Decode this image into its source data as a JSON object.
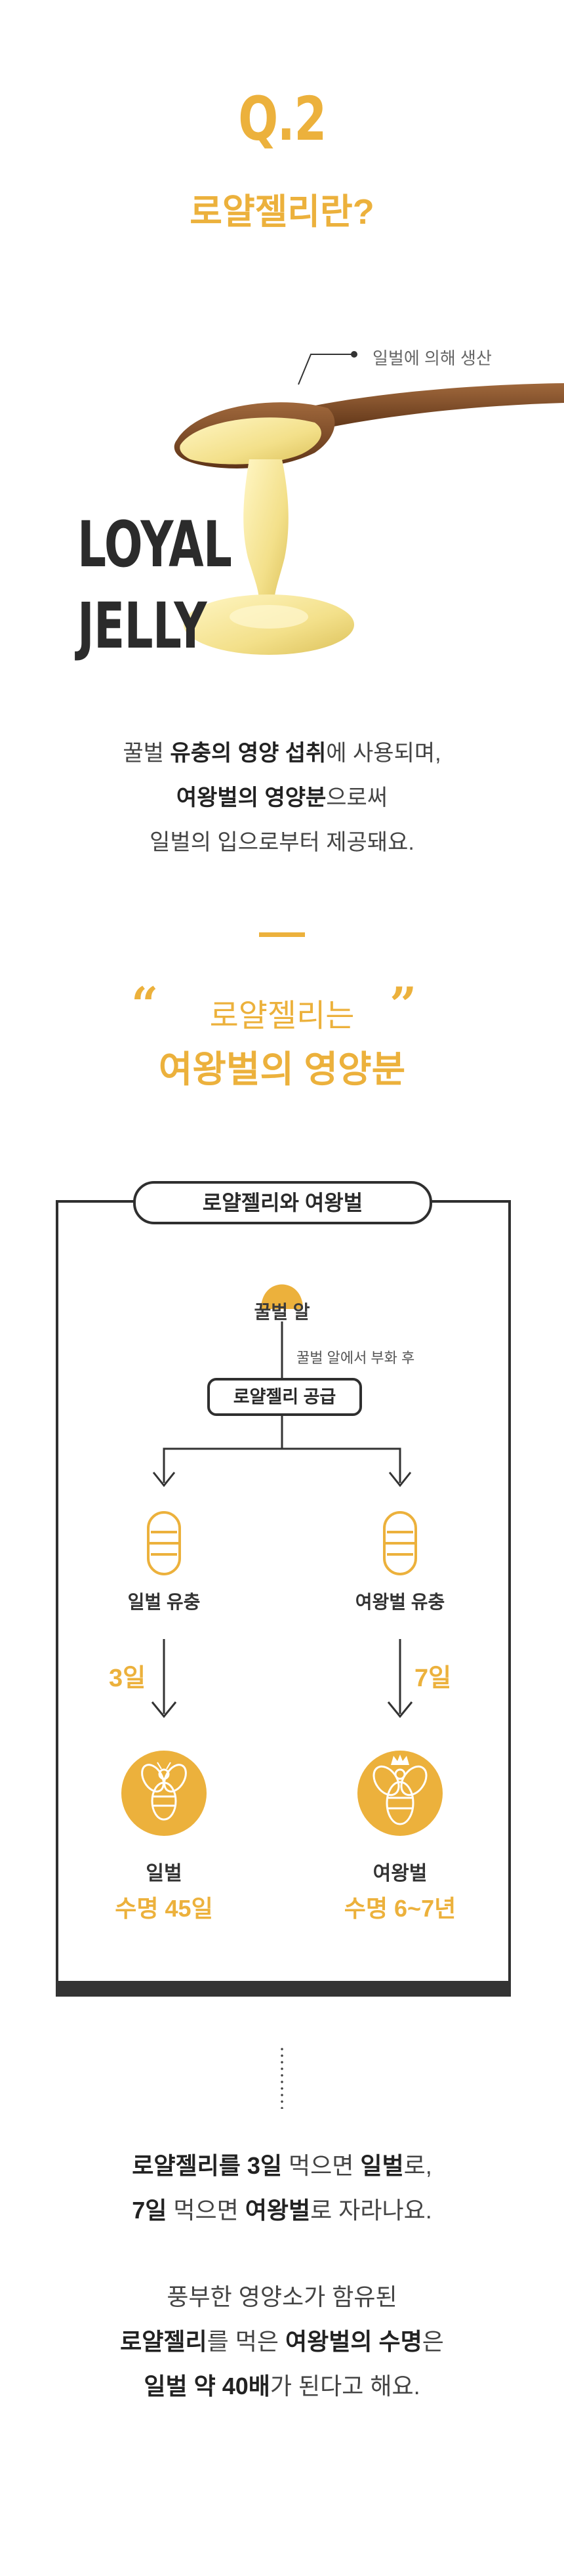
{
  "colors": {
    "accent": "#ecb13c",
    "dark": "#2f2f2f",
    "text": "#444444"
  },
  "header": {
    "q_number": "Q.2",
    "title": "로얄젤리란?"
  },
  "hero": {
    "note": "일벌에 의해 생산",
    "loyal_line1": "LOYAL",
    "loyal_line2": "JELLY"
  },
  "description": {
    "line1_a": "꿀벌 ",
    "line1_b": "유충의 영양 섭취",
    "line1_c": "에 사용되며,",
    "line2_a": "여왕벌의 영양분",
    "line2_b": "으로써",
    "line3": "일벌의 입으로부터 제공돼요."
  },
  "quote": {
    "open": "“",
    "close": "”",
    "sub": "로얄젤리는",
    "main": "여왕벌의 영양분"
  },
  "diagram": {
    "tab_title": "로얄젤리와 여왕벌",
    "egg_label": "꿀벌 알",
    "hatch_note": "꿀벌 알에서 부화 후",
    "supply_label": "로얄젤리 공급",
    "worker": {
      "larva": "일벌 유충",
      "days": "3일",
      "name": "일벌",
      "lifespan": "수명 45일"
    },
    "queen": {
      "larva": "여왕벌 유충",
      "days": "7일",
      "name": "여왕벌",
      "lifespan": "수명 6~7년"
    }
  },
  "summary": {
    "p1_line1_a": "로얄젤리를 3일",
    "p1_line1_b": " 먹으면 ",
    "p1_line1_c": "일벌",
    "p1_line1_d": "로,",
    "p1_line2_a": "7일",
    "p1_line2_b": " 먹으면 ",
    "p1_line2_c": "여왕벌",
    "p1_line2_d": "로 자라나요.",
    "p2_line1": "풍부한 영양소가 함유된",
    "p2_line2_a": "로얄젤리",
    "p2_line2_b": "를 먹은 ",
    "p2_line2_c": "여왕벌의 수명",
    "p2_line2_d": "은",
    "p2_line3_a": "일벌 약 40배",
    "p2_line3_b": "가 된다고 해요."
  },
  "icons": {
    "egg": "egg-icon",
    "larva": "larva-icon",
    "bee": "bee-icon",
    "queen_bee": "queen-bee-icon",
    "spoon": "spoon-icon"
  }
}
